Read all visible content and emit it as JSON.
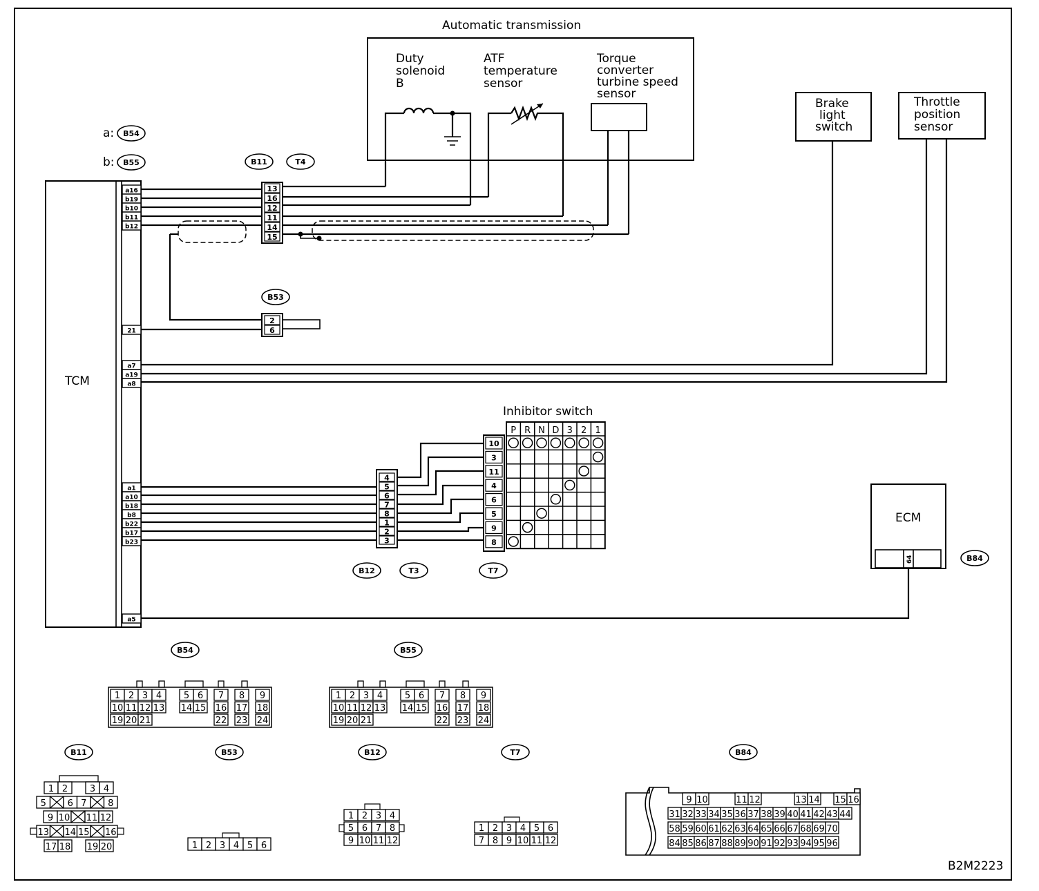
{
  "labels": {
    "auto_trans": "Automatic transmission",
    "duty_solenoid": [
      "Duty",
      "solenoid",
      "B"
    ],
    "atf_sensor": [
      "ATF",
      "temperature",
      "sensor"
    ],
    "torque_sensor": [
      "Torque",
      "converter",
      "turbine speed",
      "sensor"
    ],
    "brake_switch": [
      "Brake",
      "light",
      "switch"
    ],
    "throttle_sensor": [
      "Throttle",
      "position",
      "sensor"
    ],
    "tcm": "TCM",
    "ecm": "ECM",
    "inhibitor_switch": "Inhibitor switch",
    "a_prefix": "a:",
    "b_prefix": "b:",
    "figure_code": "B2M2223"
  },
  "connector_ids": {
    "b54": "B54",
    "b55": "B55",
    "b11": "B11",
    "t4": "T4",
    "b53": "B53",
    "b12": "B12",
    "t3": "T3",
    "t7": "T7",
    "b84": "B84"
  },
  "tcm_pins_top": [
    "a16",
    "b19",
    "b10",
    "b11",
    "b12"
  ],
  "tcm_pin_21": "21",
  "tcm_pins_mid": [
    "a7",
    "a19",
    "a8"
  ],
  "tcm_pins_low": [
    "a1",
    "a10",
    "b18",
    "b8",
    "b22",
    "b17",
    "b23"
  ],
  "tcm_pin_bottom": "a5",
  "b11_pins": [
    "13",
    "16",
    "12",
    "11",
    "14",
    "15"
  ],
  "b53_pins": [
    "2",
    "6"
  ],
  "b12_pins": [
    "4",
    "5",
    "6",
    "7",
    "8",
    "1",
    "2",
    "3"
  ],
  "t7_pins": [
    "10",
    "3",
    "11",
    "4",
    "6",
    "5",
    "9",
    "8"
  ],
  "inhibitor_positions": [
    "P",
    "R",
    "N",
    "D",
    "3",
    "2",
    "1"
  ],
  "ecm_pin": "64",
  "face_b54_b55": [
    [
      "1",
      "2",
      "3",
      "4",
      "5",
      "6",
      "7",
      "8",
      "9"
    ],
    [
      "10",
      "11",
      "12",
      "13",
      "14",
      "15",
      "16",
      "17",
      "18"
    ],
    [
      "19",
      "20",
      "21",
      "22",
      "23",
      "24"
    ]
  ],
  "face_b11": [
    [
      "1",
      "2",
      "3",
      "4"
    ],
    [
      "5",
      "6",
      "7",
      "8"
    ],
    [
      "9",
      "10",
      "11",
      "12"
    ],
    [
      "13",
      "14",
      "15",
      "16"
    ],
    [
      "17",
      "18",
      "19",
      "20"
    ]
  ],
  "face_b53": [
    "1",
    "2",
    "3",
    "4",
    "5",
    "6"
  ],
  "face_b12": [
    [
      "1",
      "2",
      "3",
      "4"
    ],
    [
      "5",
      "6",
      "7",
      "8"
    ],
    [
      "9",
      "10",
      "11",
      "12"
    ]
  ],
  "face_t7": [
    [
      "1",
      "2",
      "3",
      "4",
      "5",
      "6"
    ],
    [
      "7",
      "8",
      "9",
      "10",
      "11",
      "12"
    ]
  ],
  "face_b84": [
    [
      "9",
      "10",
      "11",
      "12",
      "13",
      "14",
      "15",
      "16"
    ],
    [
      "31",
      "32",
      "33",
      "34",
      "35",
      "36",
      "37",
      "38",
      "39",
      "40",
      "41",
      "42",
      "43",
      "44"
    ],
    [
      "58",
      "59",
      "60",
      "61",
      "62",
      "63",
      "64",
      "65",
      "66",
      "67",
      "68",
      "69",
      "70"
    ],
    [
      "84",
      "85",
      "86",
      "87",
      "88",
      "89",
      "90",
      "91",
      "92",
      "93",
      "94",
      "95",
      "96"
    ]
  ]
}
